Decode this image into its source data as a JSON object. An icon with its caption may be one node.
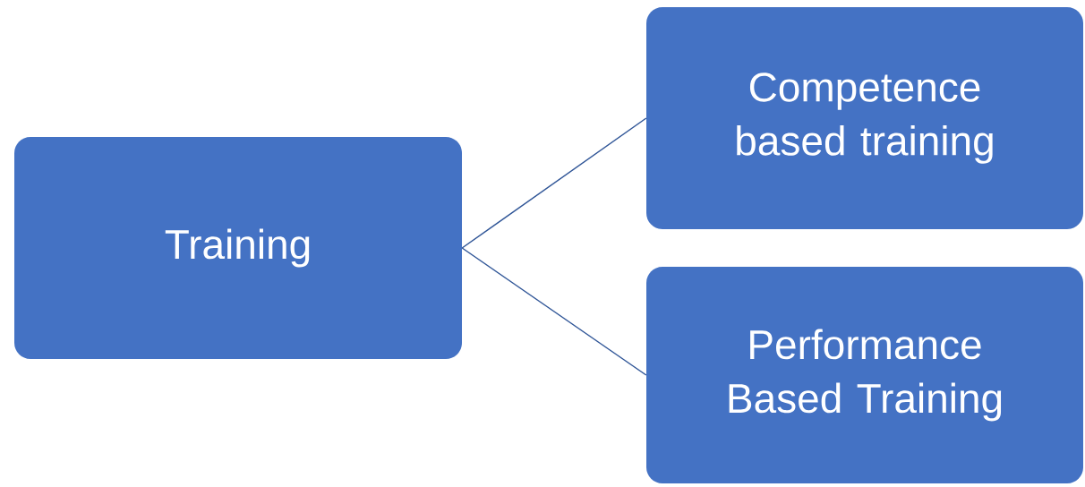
{
  "diagram": {
    "nodes": [
      {
        "text": [
          "Training"
        ]
      },
      {
        "text": [
          "Competence based training"
        ]
      },
      {
        "text": [
          "Performance Based Training"
        ]
      }
    ],
    "edges": [
      {
        "from": 0,
        "to": 1,
        "arrow": "none"
      },
      {
        "from": 0,
        "to": 2,
        "arrow": "none"
      }
    ]
  }
}
